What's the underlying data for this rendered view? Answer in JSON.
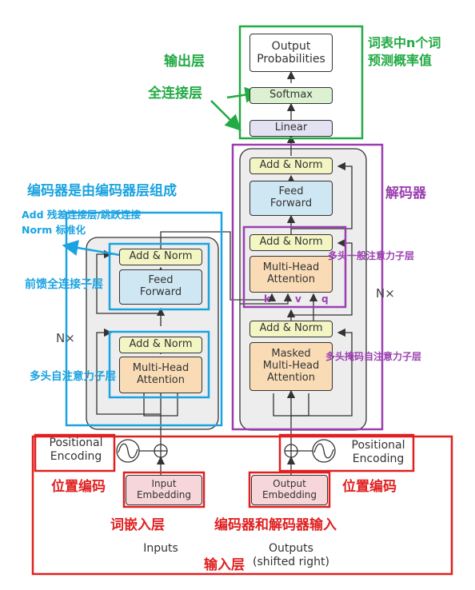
{
  "encoder": {
    "add_norm_top": "Add & Norm",
    "feed_forward": [
      "Feed",
      "Forward"
    ],
    "add_norm_bottom": "Add & Norm",
    "multi_head": [
      "Multi-Head",
      "Attention"
    ],
    "nx": "N×"
  },
  "decoder": {
    "add_norm_top": "Add & Norm",
    "feed_forward": [
      "Feed",
      "Forward"
    ],
    "add_norm_mid": "Add & Norm",
    "multi_head": [
      "Multi-Head",
      "Attention"
    ],
    "add_norm_bottom": "Add & Norm",
    "masked_label": "Masked",
    "masked_multi_head": [
      "Multi-Head",
      "Attention"
    ],
    "nx": "N×",
    "qkv": {
      "k": "k",
      "v": "v",
      "q": "q"
    }
  },
  "output": {
    "probabilities": [
      "Output",
      "Probabilities"
    ],
    "softmax": "Softmax",
    "linear": "Linear"
  },
  "embedding": {
    "input": [
      "Input",
      "Embedding"
    ],
    "output": [
      "Output",
      "Embedding"
    ],
    "pos_left": [
      "Positional",
      "Encoding"
    ],
    "pos_right": [
      "Positional",
      "Encoding"
    ],
    "inputs": "Inputs",
    "outputs": [
      "Outputs",
      "(shifted right)"
    ]
  },
  "annotations": {
    "output_layer": "输出层",
    "vocab_probs": [
      "词表中n个词",
      "预测概率值"
    ],
    "fully_connected": "全连接层",
    "encoder_composed": "编码器是由编码器层组成",
    "add_label": "Add 残差连接层/跳跃连接",
    "norm_label": "Norm 标准化",
    "ffn_sublayer": "前馈全连接子层",
    "mha_sublayer": "多头自注意力子层",
    "decoder": "解码器",
    "decoder_mha": "多头一般注意力子层",
    "decoder_masked": "多头掩码自注意力子层",
    "pos_enc_left": "位置编码",
    "pos_enc_right": "位置编码",
    "word_embedding": "词嵌入层",
    "enc_dec_input": "编码器和解码器输入",
    "input_layer": "输入层"
  },
  "colors": {
    "green": "#22aa44",
    "cyan": "#1aa3e0",
    "purple": "#9b3fb0",
    "red": "#e02020"
  }
}
